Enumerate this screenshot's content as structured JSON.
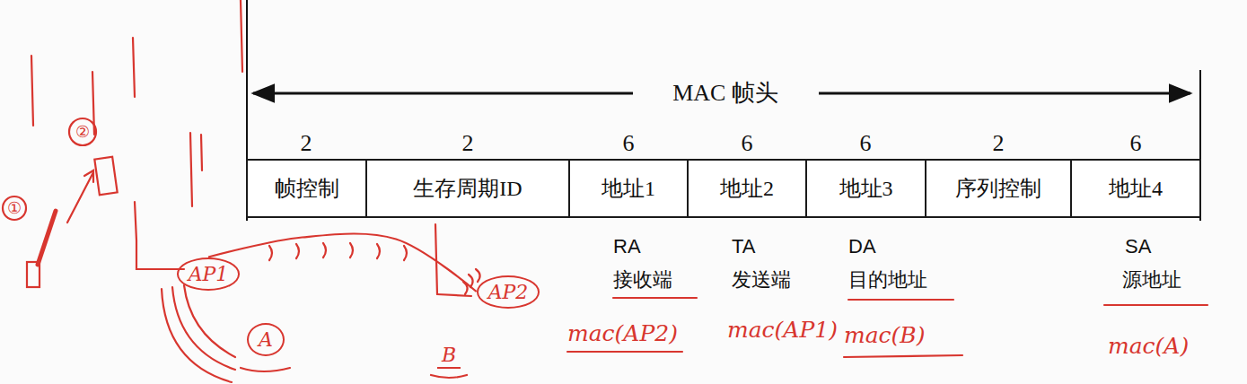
{
  "diagram": {
    "title": "MAC 帧头",
    "nodes": [
      {
        "text": [
          "帧控制"
        ]
      },
      {
        "text": [
          "生存周期ID"
        ]
      },
      {
        "text": [
          "地址1"
        ]
      },
      {
        "text": [
          "地址2"
        ]
      },
      {
        "text": [
          "地址3"
        ]
      },
      {
        "text": [
          "序列控制"
        ]
      },
      {
        "text": [
          "地址4"
        ]
      },
      {
        "text": [
          "AP1"
        ]
      },
      {
        "text": [
          "A"
        ]
      },
      {
        "text": [
          "AP2"
        ]
      },
      {
        "text": [
          "B"
        ]
      }
    ],
    "edges": [
      {
        "from": 7,
        "to": 9,
        "arrow": "none"
      }
    ],
    "labels": [
      "2",
      "2",
      "6",
      "6",
      "6",
      "2",
      "6",
      "RA",
      "接收端",
      "TA",
      "发送端",
      "DA",
      "目的地址",
      "SA",
      "源地址",
      "mac(AP2)",
      "mac(AP1)",
      "mac(B)",
      "mac(A)",
      "①",
      "②"
    ]
  }
}
